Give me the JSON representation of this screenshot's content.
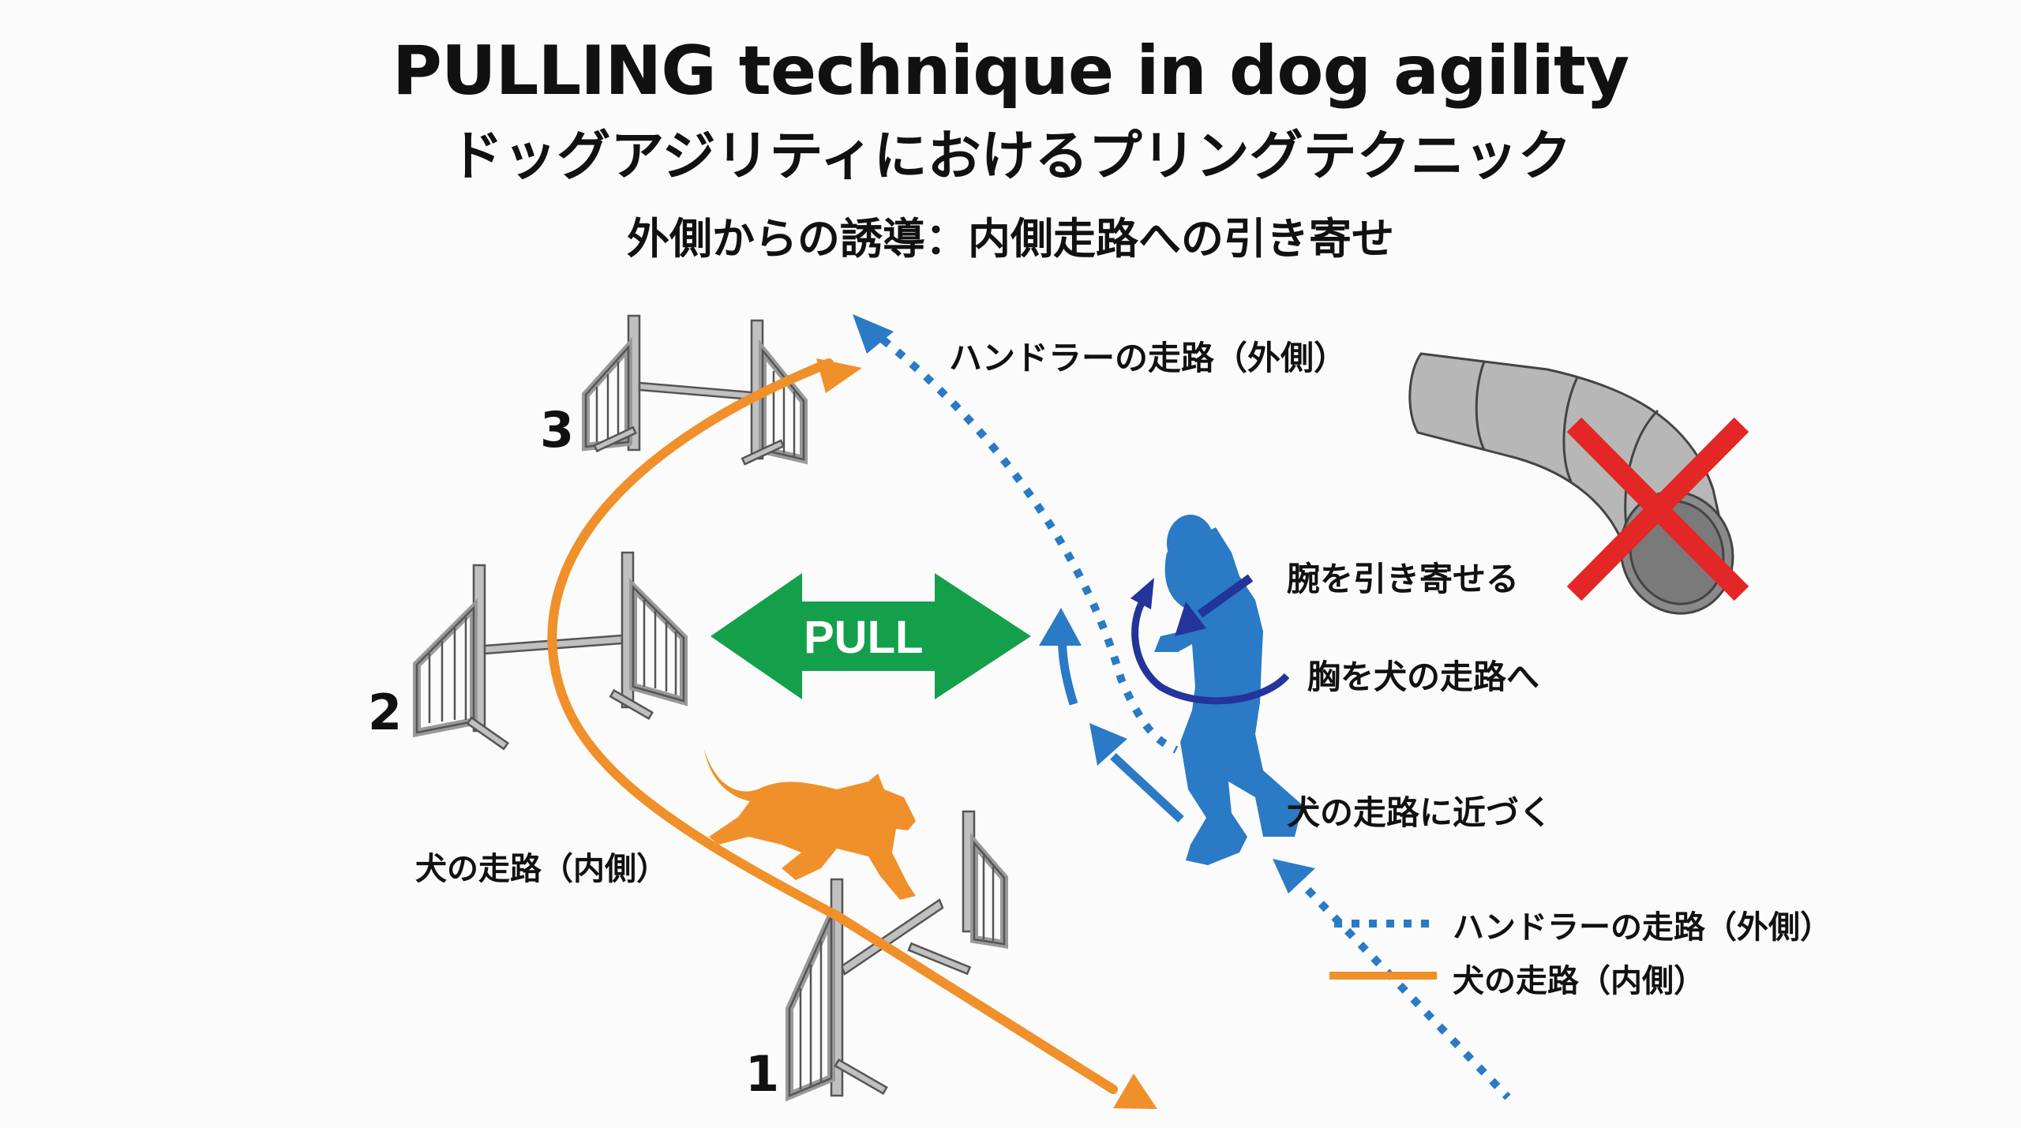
{
  "title": {
    "english": "PULLING technique in dog agility",
    "japanese": "ドッグアジリティにおけるプリングテクニック",
    "subtitle": "外側からの誘導：内側走路への引き寄せ"
  },
  "jumps": [
    {
      "number": "1"
    },
    {
      "number": "2"
    },
    {
      "number": "3"
    }
  ],
  "labels": {
    "handler_path_top": "ハンドラーの走路（外側）",
    "dog_path": "犬の走路（内側）",
    "pull": "PULL",
    "arm_pull": "腕を引き寄せる",
    "chest_to_dog_path": "胸を犬の走路へ",
    "approach_dog_path": "犬の走路に近づく"
  },
  "legend": [
    {
      "label": "ハンドラーの走路（外側）",
      "style": "dotted",
      "color": "#2a7ac6"
    },
    {
      "label": "犬の走路（内側）",
      "style": "solid",
      "color": "#f0902a"
    }
  ],
  "colors": {
    "handler": "#2a7ac6",
    "handler_dark": "#23349a",
    "dog": "#f0902a",
    "pull": "#14a04a",
    "cross": "#e32626",
    "jump_gray": "#b9b9b9",
    "tunnel_gray": "#b3b3b3"
  },
  "icons": {
    "tunnel": "tunnel-icon",
    "cross": "cross-mark-icon",
    "dog": "running-dog-icon",
    "handler": "running-handler-icon"
  }
}
